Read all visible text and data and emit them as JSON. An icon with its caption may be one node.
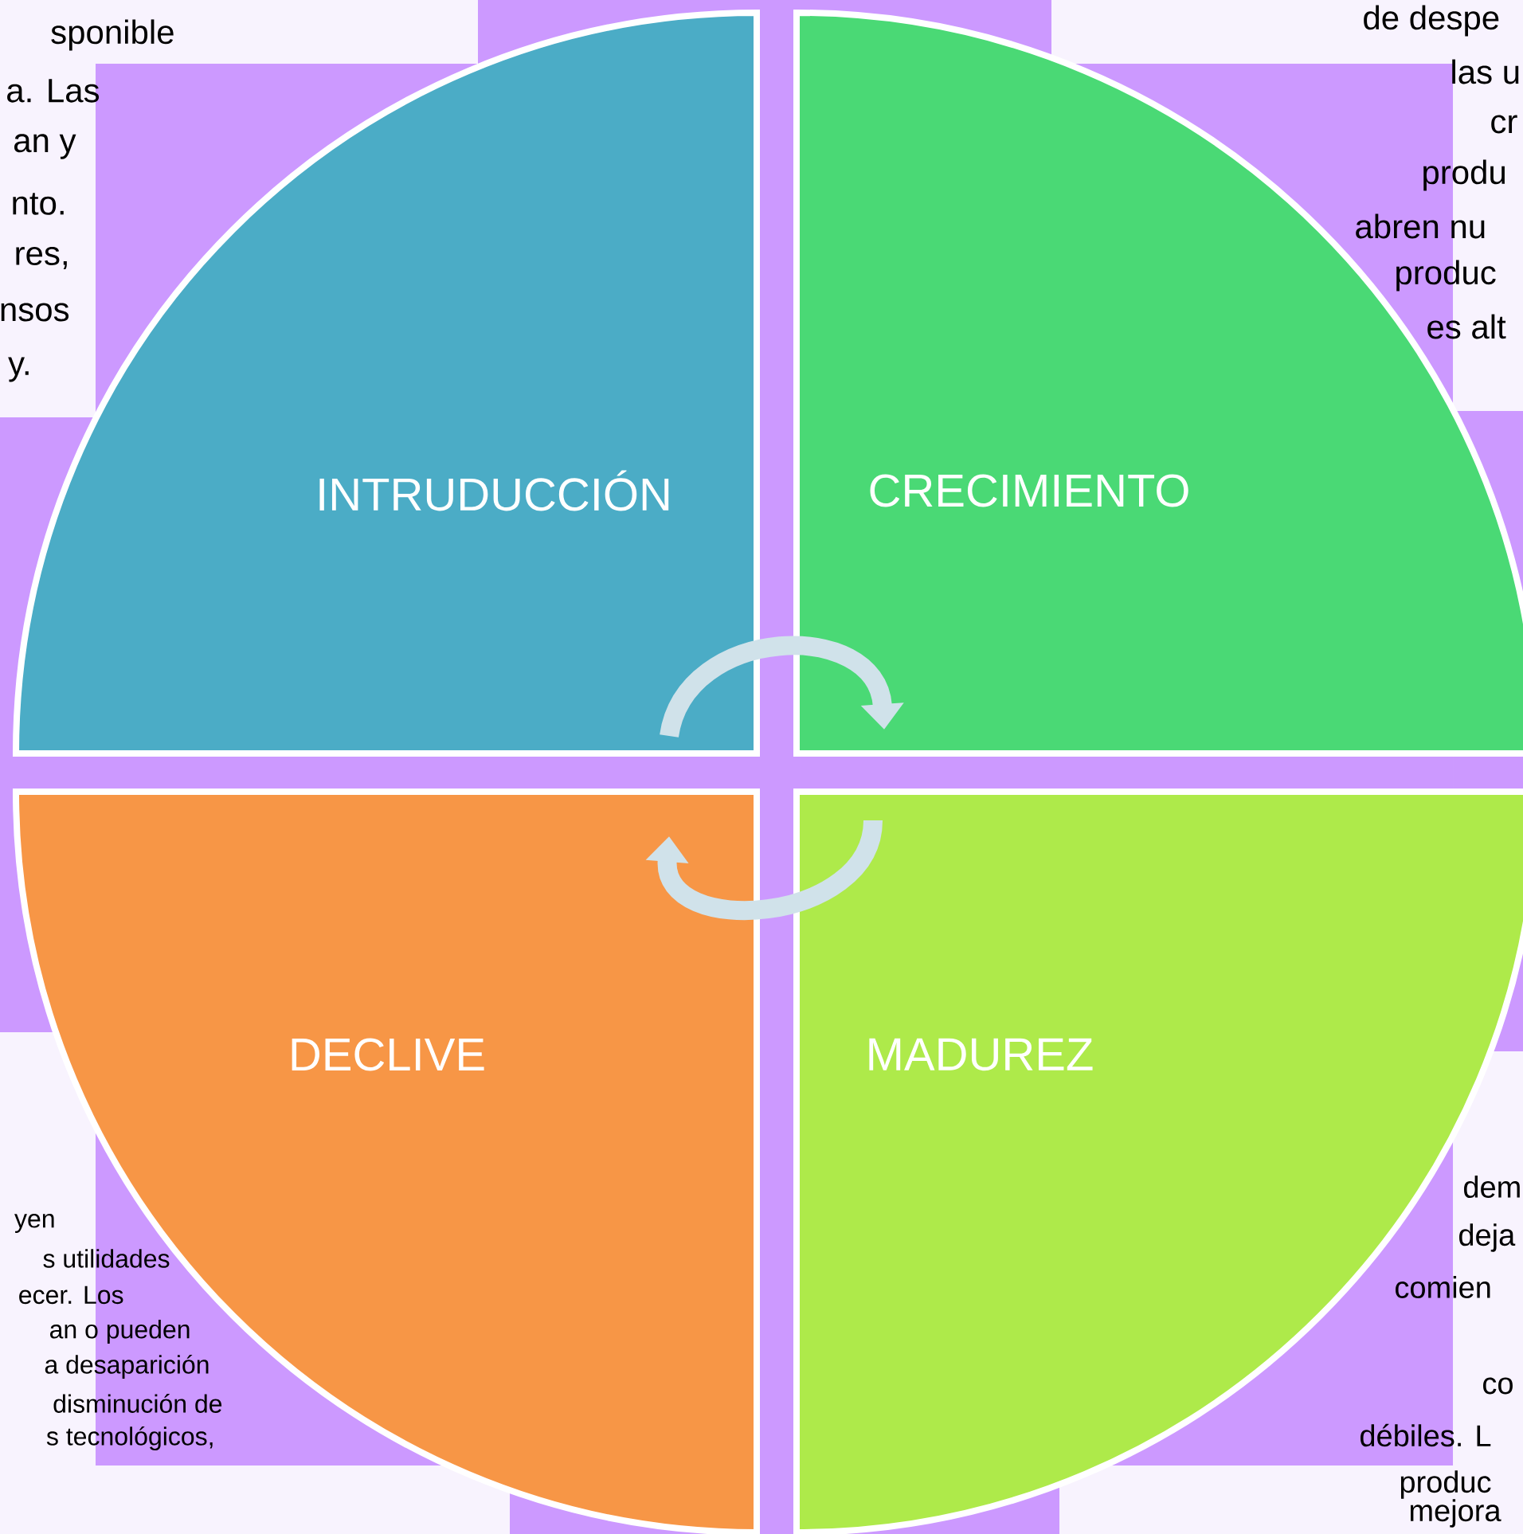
{
  "diagram": {
    "nodes": [
      {
        "text": [
          "INTRUDUCCIÓN"
        ]
      },
      {
        "text": [
          "CRECIMIENTO"
        ]
      },
      {
        "text": [
          "DECLIVE"
        ]
      },
      {
        "text": [
          "MADUREZ"
        ]
      }
    ],
    "edges": [
      {
        "from": 0,
        "to": 1,
        "arrow": "to"
      },
      {
        "from": 3,
        "to": 2,
        "arrow": "to"
      }
    ],
    "labels": [
      "sponible",
      "a. Las",
      "an y",
      "nto.",
      "res,",
      "nsos",
      "y.",
      "de despe",
      "las u",
      "cr",
      "produ",
      "abren nu",
      "produc",
      "es alt",
      "yen",
      "s utilidades",
      "ecer. Los",
      "an o pueden",
      "a desaparición",
      "disminución de",
      "s tecnológicos,",
      "dem",
      "deja",
      "comien",
      "co",
      "débiles. L",
      "produc",
      "mejora"
    ]
  }
}
